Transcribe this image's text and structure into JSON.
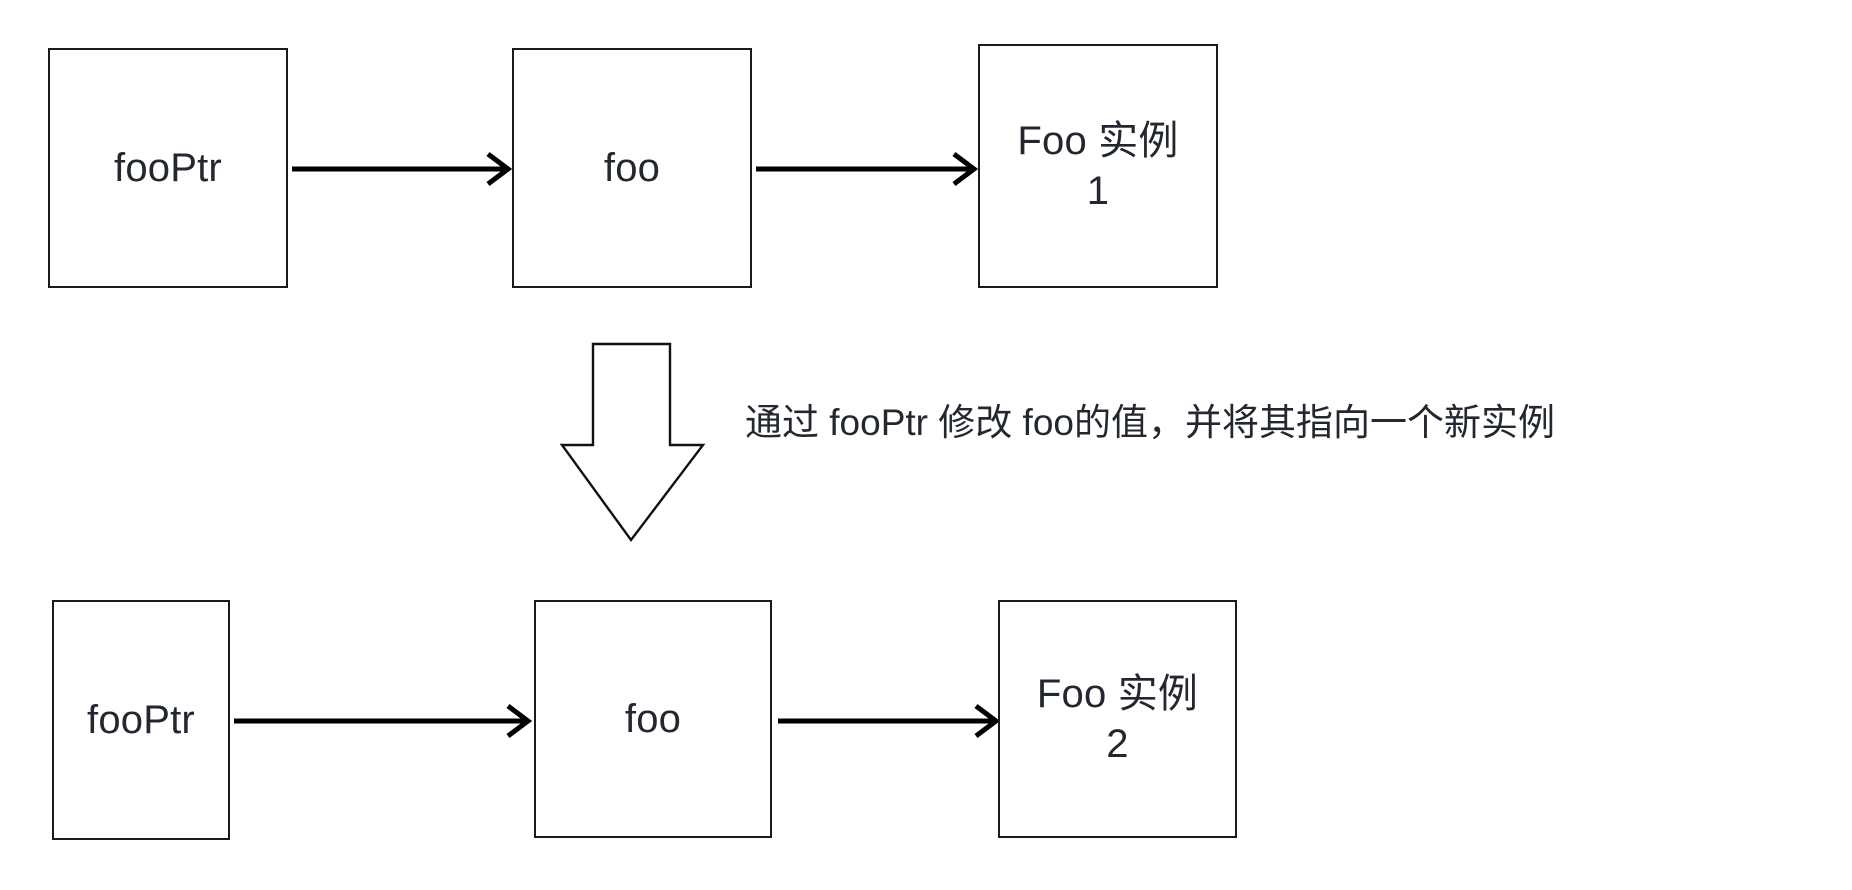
{
  "diagram": {
    "title": "fooPtr / foo / Foo instance pointer reassignment diagram",
    "colors": {
      "background": "#ffffff",
      "box_border": "#1a1a1a",
      "text": "#232830",
      "arrow": "#000000",
      "block_arrow_fill": "#ffffff",
      "block_arrow_stroke": "#111111"
    },
    "before_row": {
      "boxes": [
        {
          "id": "fooptr-top",
          "label": "fooPtr"
        },
        {
          "id": "foo-top",
          "label": "foo"
        },
        {
          "id": "instance-top",
          "label": "Foo 实例\n1"
        }
      ],
      "connectors": [
        {
          "id": "arrow-top-1",
          "from": "fooPtr",
          "to": "foo",
          "style": "solid-arrow-right"
        },
        {
          "id": "arrow-top-2",
          "from": "foo",
          "to": "Foo 实例 1",
          "style": "solid-arrow-right"
        }
      ]
    },
    "transition": {
      "arrow_icon": "block-arrow-down-icon",
      "caption": "通过 fooPtr 修改 foo的值，并将其指向一个新实例"
    },
    "after_row": {
      "boxes": [
        {
          "id": "fooptr-bottom",
          "label": "fooPtr"
        },
        {
          "id": "foo-bottom",
          "label": "foo"
        },
        {
          "id": "instance-bottom",
          "label": "Foo 实例\n2"
        }
      ],
      "connectors": [
        {
          "id": "arrow-bottom-1",
          "from": "fooPtr",
          "to": "foo",
          "style": "solid-arrow-right"
        },
        {
          "id": "arrow-bottom-2",
          "from": "foo",
          "to": "Foo 实例 2",
          "style": "solid-arrow-right"
        }
      ]
    }
  }
}
